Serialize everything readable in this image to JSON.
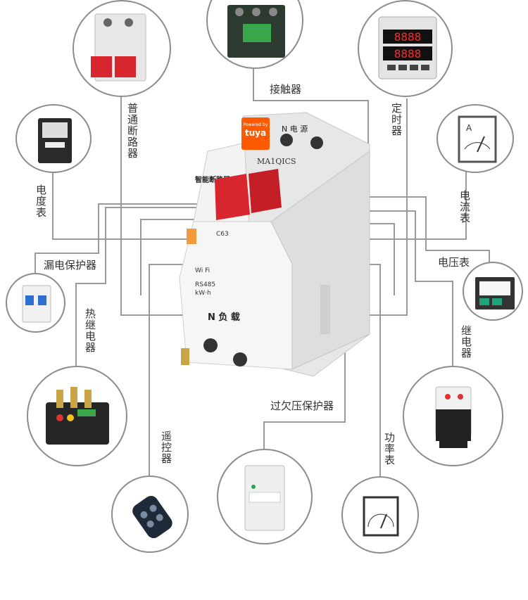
{
  "colors": {
    "line": "#9a9a9a",
    "circle_border": "#8c8c8c",
    "breaker_red": "#d7262e",
    "text": "#333333"
  },
  "center_device": {
    "brand_small": "Powered by",
    "brand": "tuya",
    "model": "MA1QICS",
    "title": "智能断路器",
    "top_label": "N 电 源",
    "bottom_label": "N 负 载",
    "wifi": "Wi Fi",
    "rs485": "RS485",
    "units": "kW·h",
    "rating": "C63"
  },
  "labels": {
    "contactor": "接触器",
    "ordinary_breaker": "普通断路器",
    "timer": "定时器",
    "energy_meter": "电度表",
    "ammeter": "电流表",
    "leakage_protector": "漏电保护器",
    "voltmeter": "电压表",
    "thermal_relay": "热继电器",
    "relay": "继电器",
    "over_under_voltage": "过欠压保护器",
    "remote": "遥控器",
    "power_meter": "功率表"
  },
  "timer_display": {
    "row1": "8888",
    "row2": "8888"
  }
}
